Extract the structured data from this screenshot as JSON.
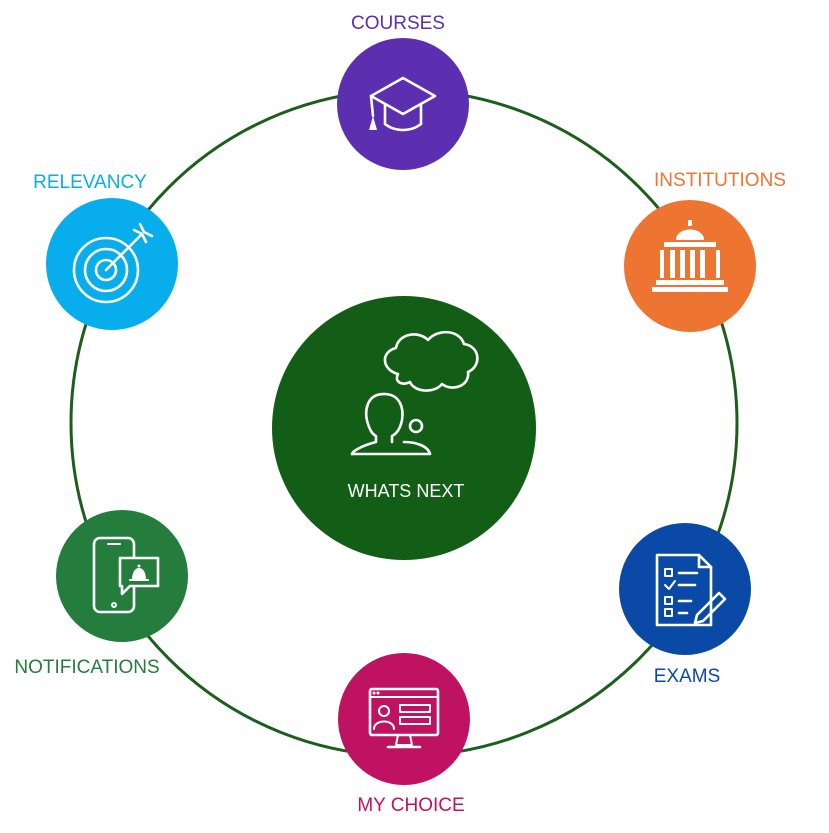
{
  "center": {
    "label": "WHATS NEXT",
    "icon": "person-thinking-icon",
    "color": "#135e17"
  },
  "ring_color": "#1c5e1c",
  "nodes": [
    {
      "id": "courses",
      "label": "COURSES",
      "icon": "graduation-cap-icon",
      "color": "#5b2fb0"
    },
    {
      "id": "institutions",
      "label": "INSTITUTIONS",
      "icon": "institution-building-icon",
      "color": "#ed7431"
    },
    {
      "id": "exams",
      "label": "EXAMS",
      "icon": "exam-checklist-icon",
      "color": "#0a4aa6"
    },
    {
      "id": "my_choice",
      "label": "MY CHOICE",
      "icon": "online-profile-monitor-icon",
      "color": "#bf1261"
    },
    {
      "id": "notifications",
      "label": "NOTIFICATIONS",
      "icon": "phone-notification-icon",
      "color": "#247d3c"
    },
    {
      "id": "relevancy",
      "label": "RELEVANCY",
      "icon": "target-arrow-icon",
      "color": "#08adec"
    }
  ]
}
